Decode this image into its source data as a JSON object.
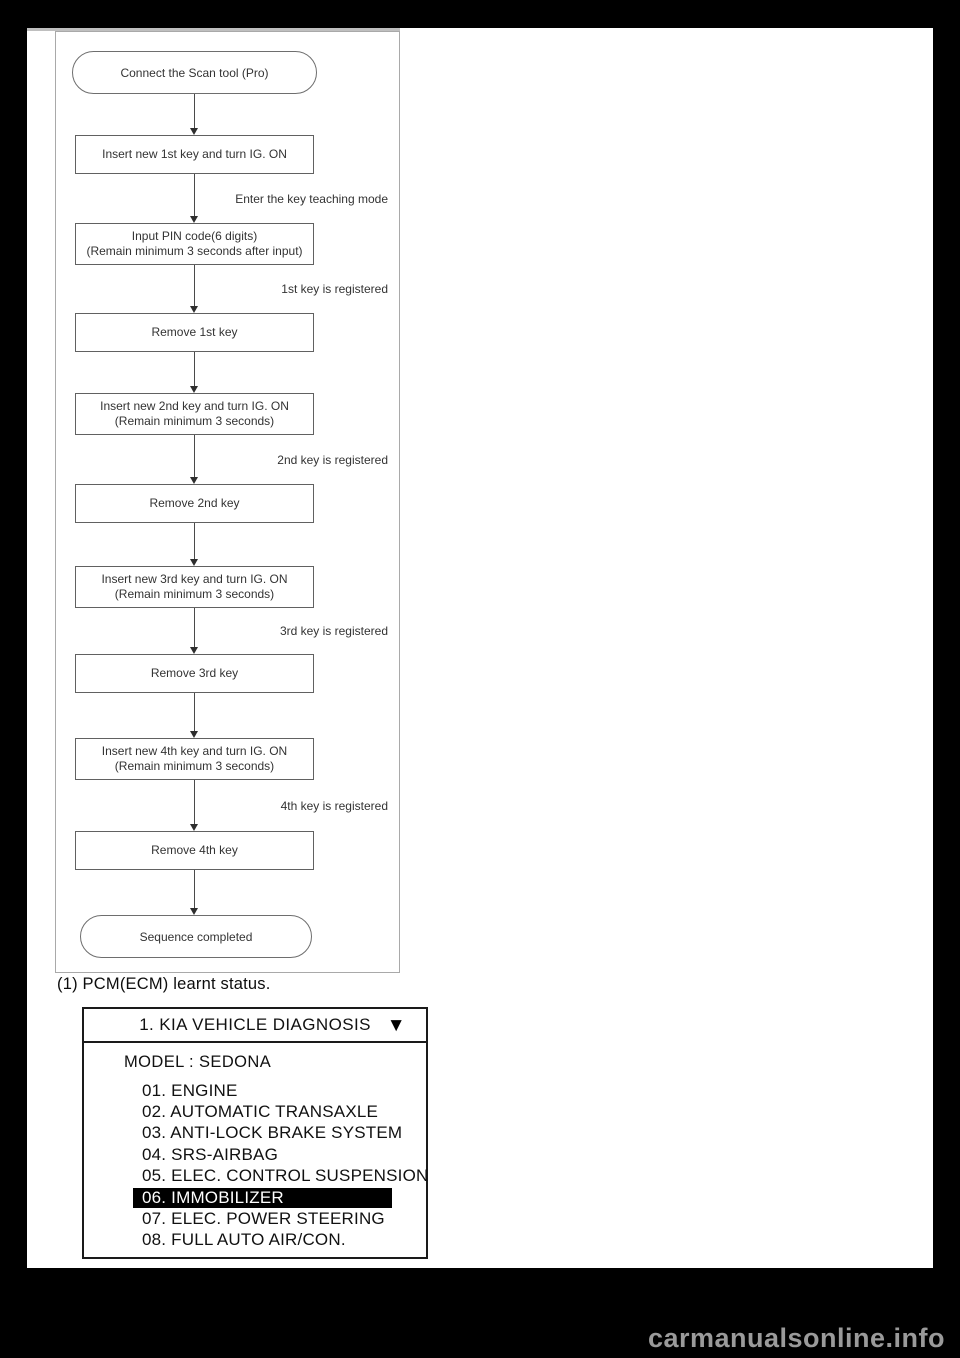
{
  "flowchart": {
    "nodes": {
      "start": "Connect the Scan tool (Pro)",
      "insert1": "Insert new 1st key and turn IG. ON",
      "note_teaching": "Enter the key teaching mode",
      "pin_line1": "Input PIN code(6 digits)",
      "pin_line2": "(Remain minimum 3 seconds after input)",
      "note1": "1st key is registered",
      "remove1": "Remove 1st key",
      "insert2_line1": "Insert new 2nd key and turn IG. ON",
      "insert2_line2": "(Remain minimum 3 seconds)",
      "note2": "2nd key is registered",
      "remove2": "Remove 2nd key",
      "insert3_line1": "Insert new 3rd key and turn IG. ON",
      "insert3_line2": "(Remain minimum 3 seconds)",
      "note3": "3rd key is registered",
      "remove3": "Remove 3rd key",
      "insert4_line1": "Insert new 4th key and turn IG. ON",
      "insert4_line2": "(Remain minimum 3 seconds)",
      "note4": "4th key is registered",
      "remove4": "Remove 4th key",
      "end": "Sequence completed"
    }
  },
  "caption": "(1) PCM(ECM) learnt status.",
  "scan_screen": {
    "title": "1. KIA VEHICLE DIAGNOSIS",
    "dropdown_icon": "▼",
    "model_line": "MODEL : SEDONA",
    "items": [
      "01. ENGINE",
      "02. AUTOMATIC TRANSAXLE",
      "03. ANTI-LOCK BRAKE SYSTEM",
      "04. SRS-AIRBAG",
      "05. ELEC. CONTROL SUSPENSION",
      "06. IMMOBILIZER",
      "07. ELEC. POWER STEERING",
      "08. FULL AUTO AIR/CON."
    ],
    "selected_item": "06. IMMOBILIZER"
  },
  "watermark": "carmanualsonline.info",
  "colors": {
    "page_background": "#000000",
    "paper": "#ffffff",
    "highlight_bg": "#000000",
    "highlight_text": "#ffffff",
    "watermark": "#9a9a9a"
  }
}
